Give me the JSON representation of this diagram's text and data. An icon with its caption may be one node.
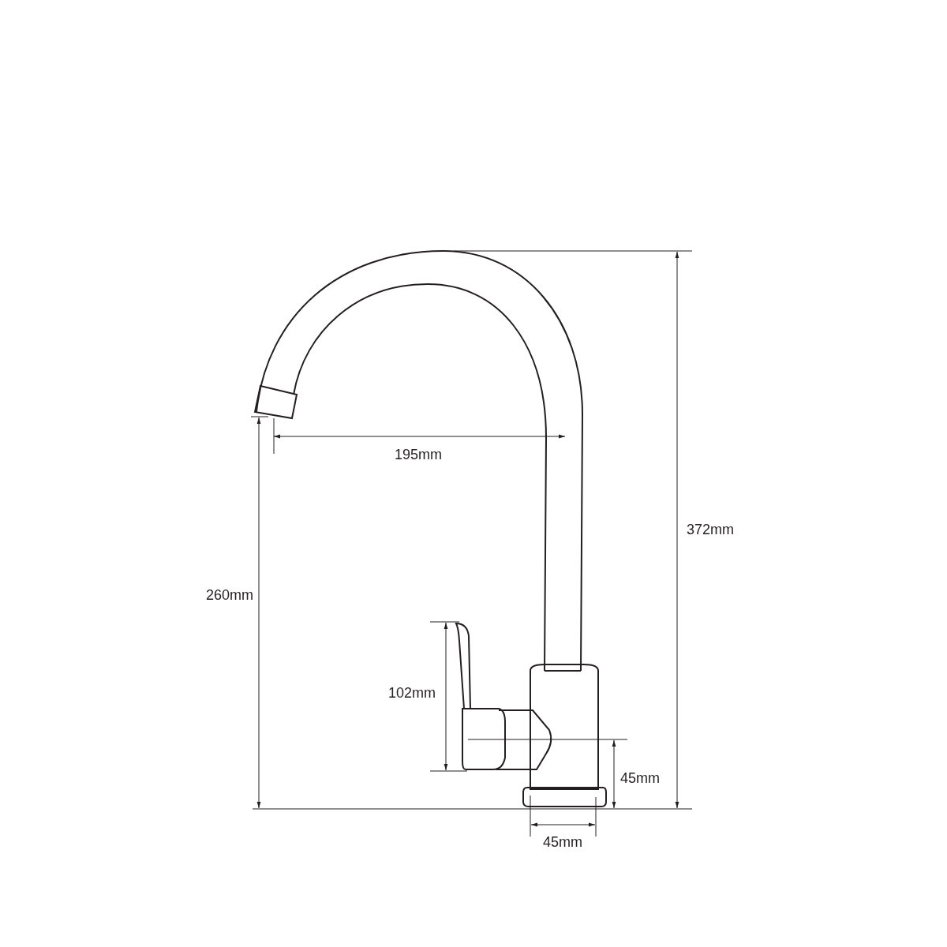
{
  "diagram": {
    "labels": [
      "195mm",
      "372mm",
      "260mm",
      "102mm",
      "45mm",
      "45mm"
    ]
  }
}
